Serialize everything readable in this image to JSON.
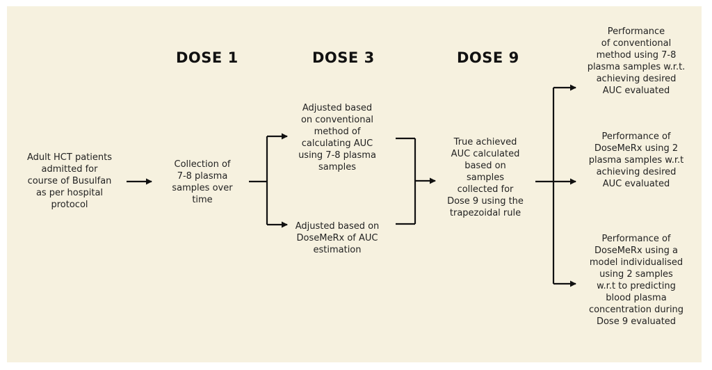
{
  "headers": {
    "dose1": "DOSE 1",
    "dose3": "DOSE 3",
    "dose9": "DOSE 9"
  },
  "nodes": {
    "patients": "Adult HCT patients\nadmitted for\ncourse of Busulfan\nas per hospital\nprotocol",
    "collection": "Collection of\n7-8 plasma\nsamples over\ntime",
    "adjusted_conventional": "Adjusted based\non conventional\nmethod of\ncalculating AUC\nusing 7-8 plasma\nsamples",
    "adjusted_dosemerx": "Adjusted based on\nDoseMeRx of AUC\nestimation",
    "true_auc": "True achieved\nAUC calculated\nbased on\nsamples\ncollected for\nDose 9 using the\ntrapezoidal rule",
    "perf_conventional": "Performance\nof conventional\nmethod using 7-8\nplasma samples w.r.t.\nachieving desired\nAUC evaluated",
    "perf_dosemerx": "Performance of\nDoseMeRx using 2\nplasma samples w.r.t\nachieving desired\nAUC evaluated",
    "perf_model": "Performance of\nDoseMeRx using a\nmodel individualised\nusing 2 samples\nw.r.t to predicting\nblood plasma\nconcentration during\nDose 9 evaluated"
  }
}
